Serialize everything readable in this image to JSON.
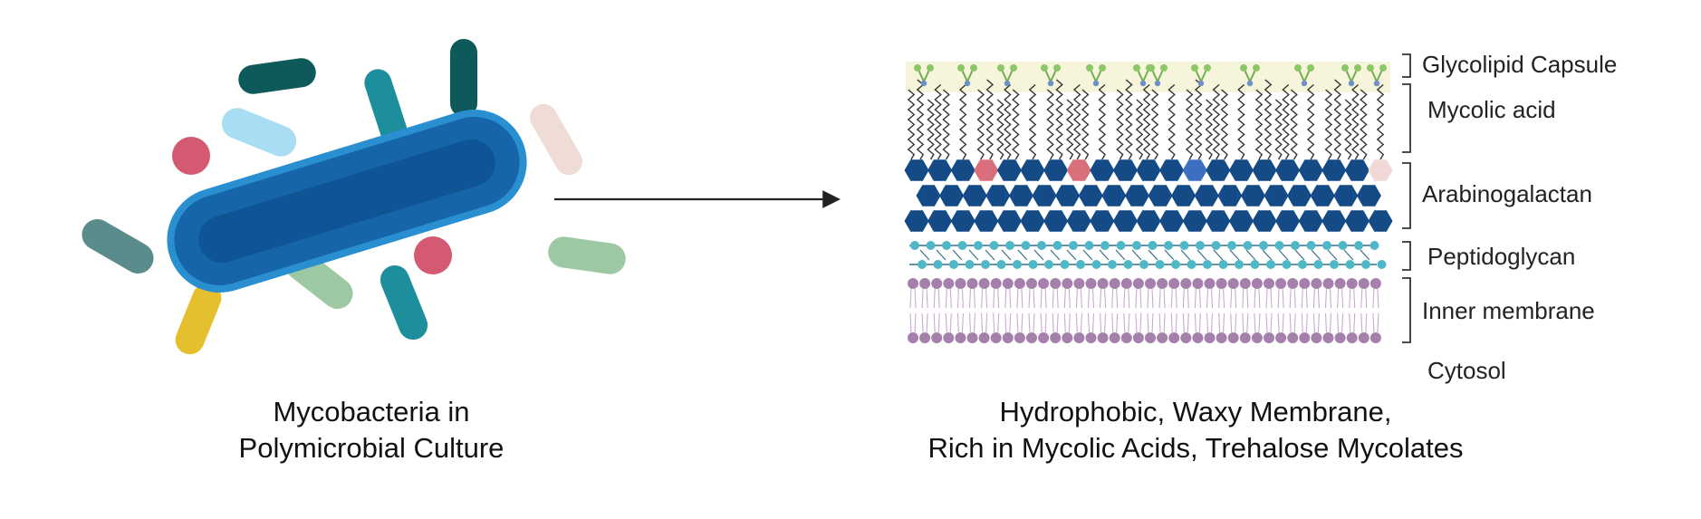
{
  "captions": {
    "left_line1": "Mycobacteria in",
    "left_line2": "Polymicrobial Culture",
    "right_line1": "Hydrophobic, Waxy Membrane,",
    "right_line2": "Rich in Mycolic Acids, Trehalose Mycolates"
  },
  "layers": {
    "glycolipid_capsule": "Glycolipid Capsule",
    "mycolic_acid": "Mycolic acid",
    "arabinogalactan": "Arabinogalactan",
    "peptidoglycan": "Peptidoglycan",
    "inner_membrane": "Inner membrane",
    "cytosol": "Cytosol"
  },
  "colors": {
    "main_bacterium": "#1565a8",
    "main_bacterium_outline": "#2a8fd0",
    "capsule_band": "#f7f4dc",
    "arabinogalactan": "#144a86",
    "sugar_red": "#d96f7a",
    "sugar_pink": "#f0d9d6",
    "sugar_blue": "#3c6fbf",
    "peptidoglycan": "#4fb8c8",
    "membrane": "#a680ad",
    "arrow": "#222222"
  },
  "icons": {
    "main_cell": "rod-bacterium-icon",
    "other_microbes": "bacillus-icon",
    "cocci": "coccus-icon",
    "arrow": "arrow-right-icon"
  }
}
